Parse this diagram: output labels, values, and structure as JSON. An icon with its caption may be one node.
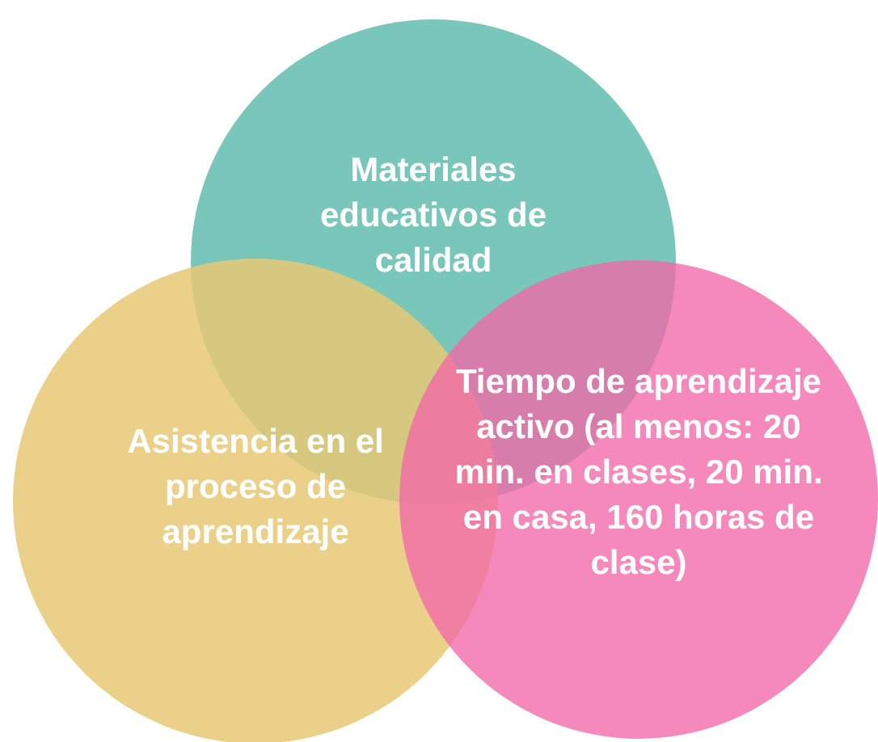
{
  "diagram": {
    "nodes": [
      {
        "text": [
          "Materiales educativos de calidad"
        ]
      },
      {
        "text": [
          "Asistencia en el proceso de aprendizaje"
        ]
      },
      {
        "text": [
          "Tiempo de aprendizaje activo (al menos: 20 min. en clases, 20 min. en casa, 160 horas de clase)"
        ]
      }
    ]
  }
}
